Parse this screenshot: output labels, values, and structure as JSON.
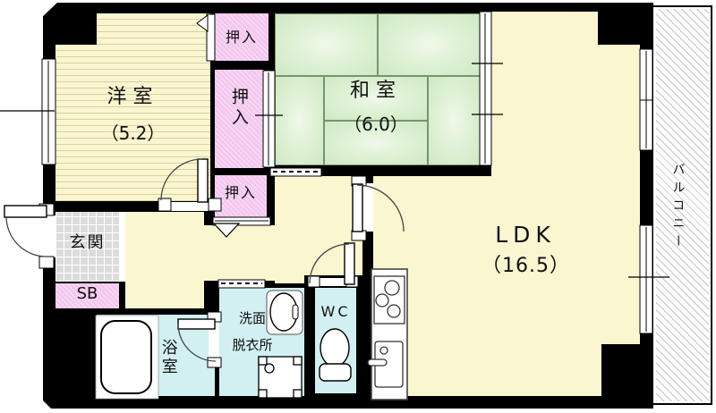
{
  "title": "floor-plan",
  "rooms": {
    "yoshitsu": {
      "name": "洋室",
      "size": "（5.2）"
    },
    "washitsu": {
      "name": "和室",
      "size": "（6.0）"
    },
    "ldk": {
      "name": "LDK",
      "size": "（16.5）"
    },
    "balcony": {
      "name": "バルコニー"
    },
    "genkan": {
      "name": "玄関"
    },
    "shoebox": {
      "name": "SB"
    },
    "bath": {
      "name": "浴室"
    },
    "washroom": {
      "line1": "洗面",
      "line2": "脱衣所"
    },
    "wc": {
      "name": "WC"
    },
    "closet_top": {
      "name": "押入"
    },
    "closet_middle": {
      "name": "押入"
    },
    "closet_bottom": {
      "name": "押入"
    }
  },
  "colors": {
    "wall": "#000000",
    "flooring": "#faf6d0",
    "tatami": "#d8eecd",
    "closet_pink": "#f3c7ee",
    "wet_room_cyan": "#d2f0f2",
    "entry_tile": "#dcdcdc",
    "balcony_hatch": "#c4c4c4"
  }
}
